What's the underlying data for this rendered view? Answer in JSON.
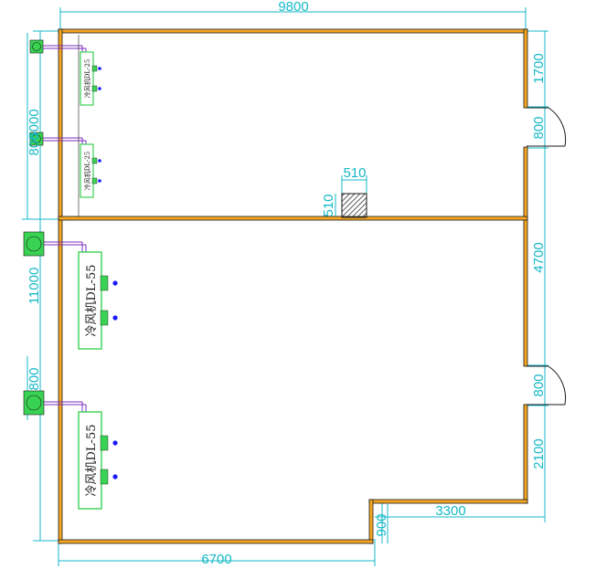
{
  "dimensions": {
    "top_width": "9800",
    "bottom_left_width": "6700",
    "bottom_right_width": "3300",
    "step_depth": "900",
    "total_height": "11000",
    "upper_room_height": "5000",
    "upper_room_height_b": "800",
    "lower_side_a": "800",
    "right_1700": "1700",
    "right_door_1": "800",
    "right_4700": "4700",
    "right_door_2": "800",
    "right_2100": "2100",
    "column_w": "510",
    "column_h": "510"
  },
  "units": {
    "small_unit_label": "冷风机DL-25",
    "large_unit_label": "冷风机DL-55"
  },
  "colors": {
    "wall": "#f5a623",
    "dim": "#14b8c8",
    "unit_green": "#39d353",
    "pipe": "#7b2cbf",
    "dot": "#1a1aff"
  }
}
